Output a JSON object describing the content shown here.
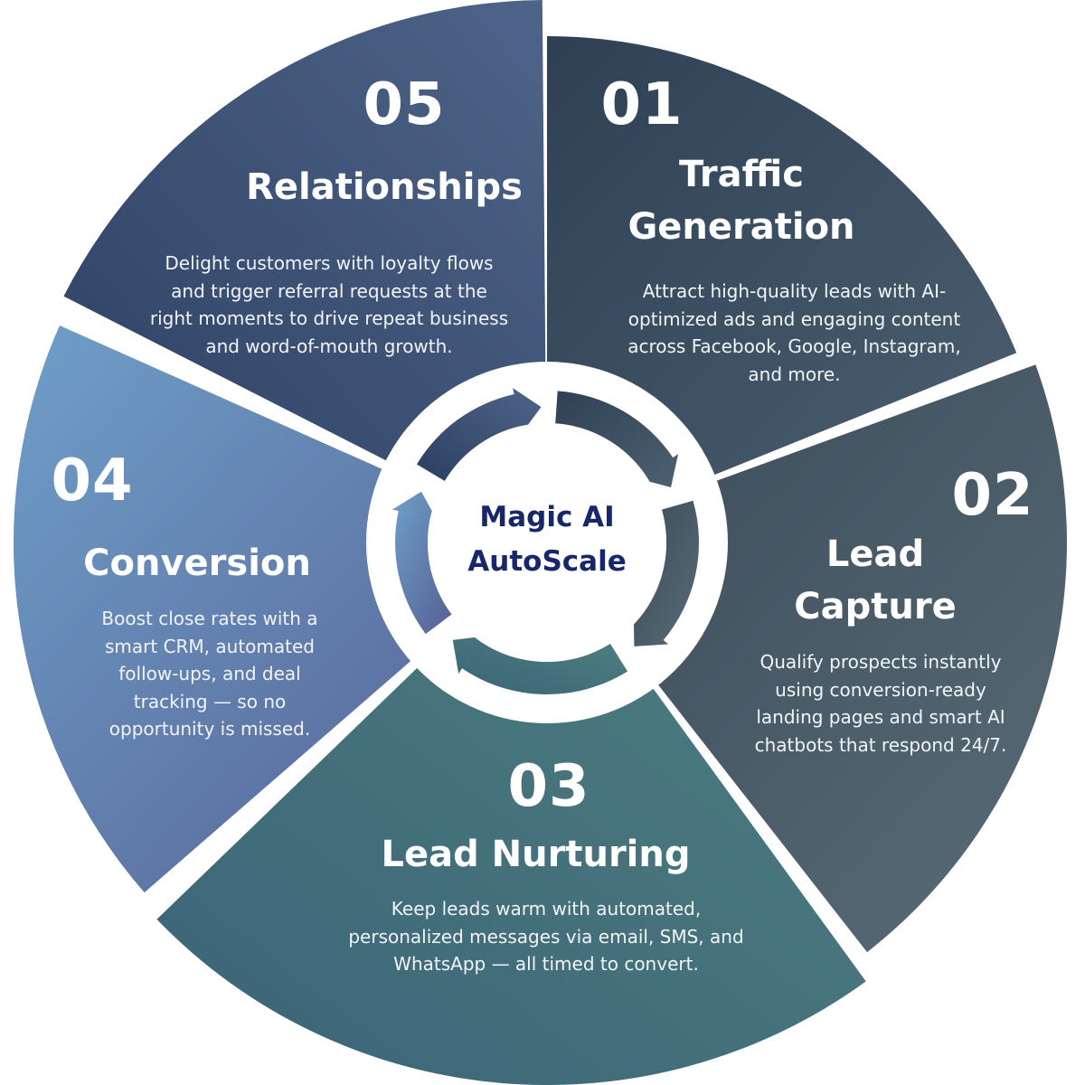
{
  "center": {
    "line1": "Magic AI",
    "line2": "AutoScale"
  },
  "segments": [
    {
      "number": "01",
      "title_line1": "Traffic",
      "title_line2": "Generation",
      "description": "Attract high-quality leads with AI-optimized ads and engaging content across Facebook, Google, Instagram, and more.",
      "colors": [
        "#2f4055",
        "#4c6171"
      ]
    },
    {
      "number": "02",
      "title_line1": "Lead",
      "title_line2": "Capture",
      "description": "Qualify prospects instantly using conversion-ready landing pages and smart AI chatbots that respond 24/7.",
      "colors": [
        "#3a4a58",
        "#5a6c78"
      ]
    },
    {
      "number": "03",
      "title": "Lead Nurturing",
      "description": "Keep leads warm with automated, personalized messages via email, SMS, and WhatsApp — all timed to convert.",
      "colors": [
        "#4f7f80",
        "#3b6478"
      ]
    },
    {
      "number": "04",
      "title": "Conversion",
      "description": "Boost close rates with a smart CRM, automated follow-ups, and deal tracking — so no opportunity is missed.",
      "colors": [
        "#6f9fc9",
        "#555f92"
      ]
    },
    {
      "number": "05",
      "title": "Relationships",
      "description": "Delight customers with loyalty flows and trigger referral requests at the right moments to drive repeat business and word-of-mouth growth.",
      "colors": [
        "#2b3f61",
        "#4e6488"
      ]
    }
  ]
}
